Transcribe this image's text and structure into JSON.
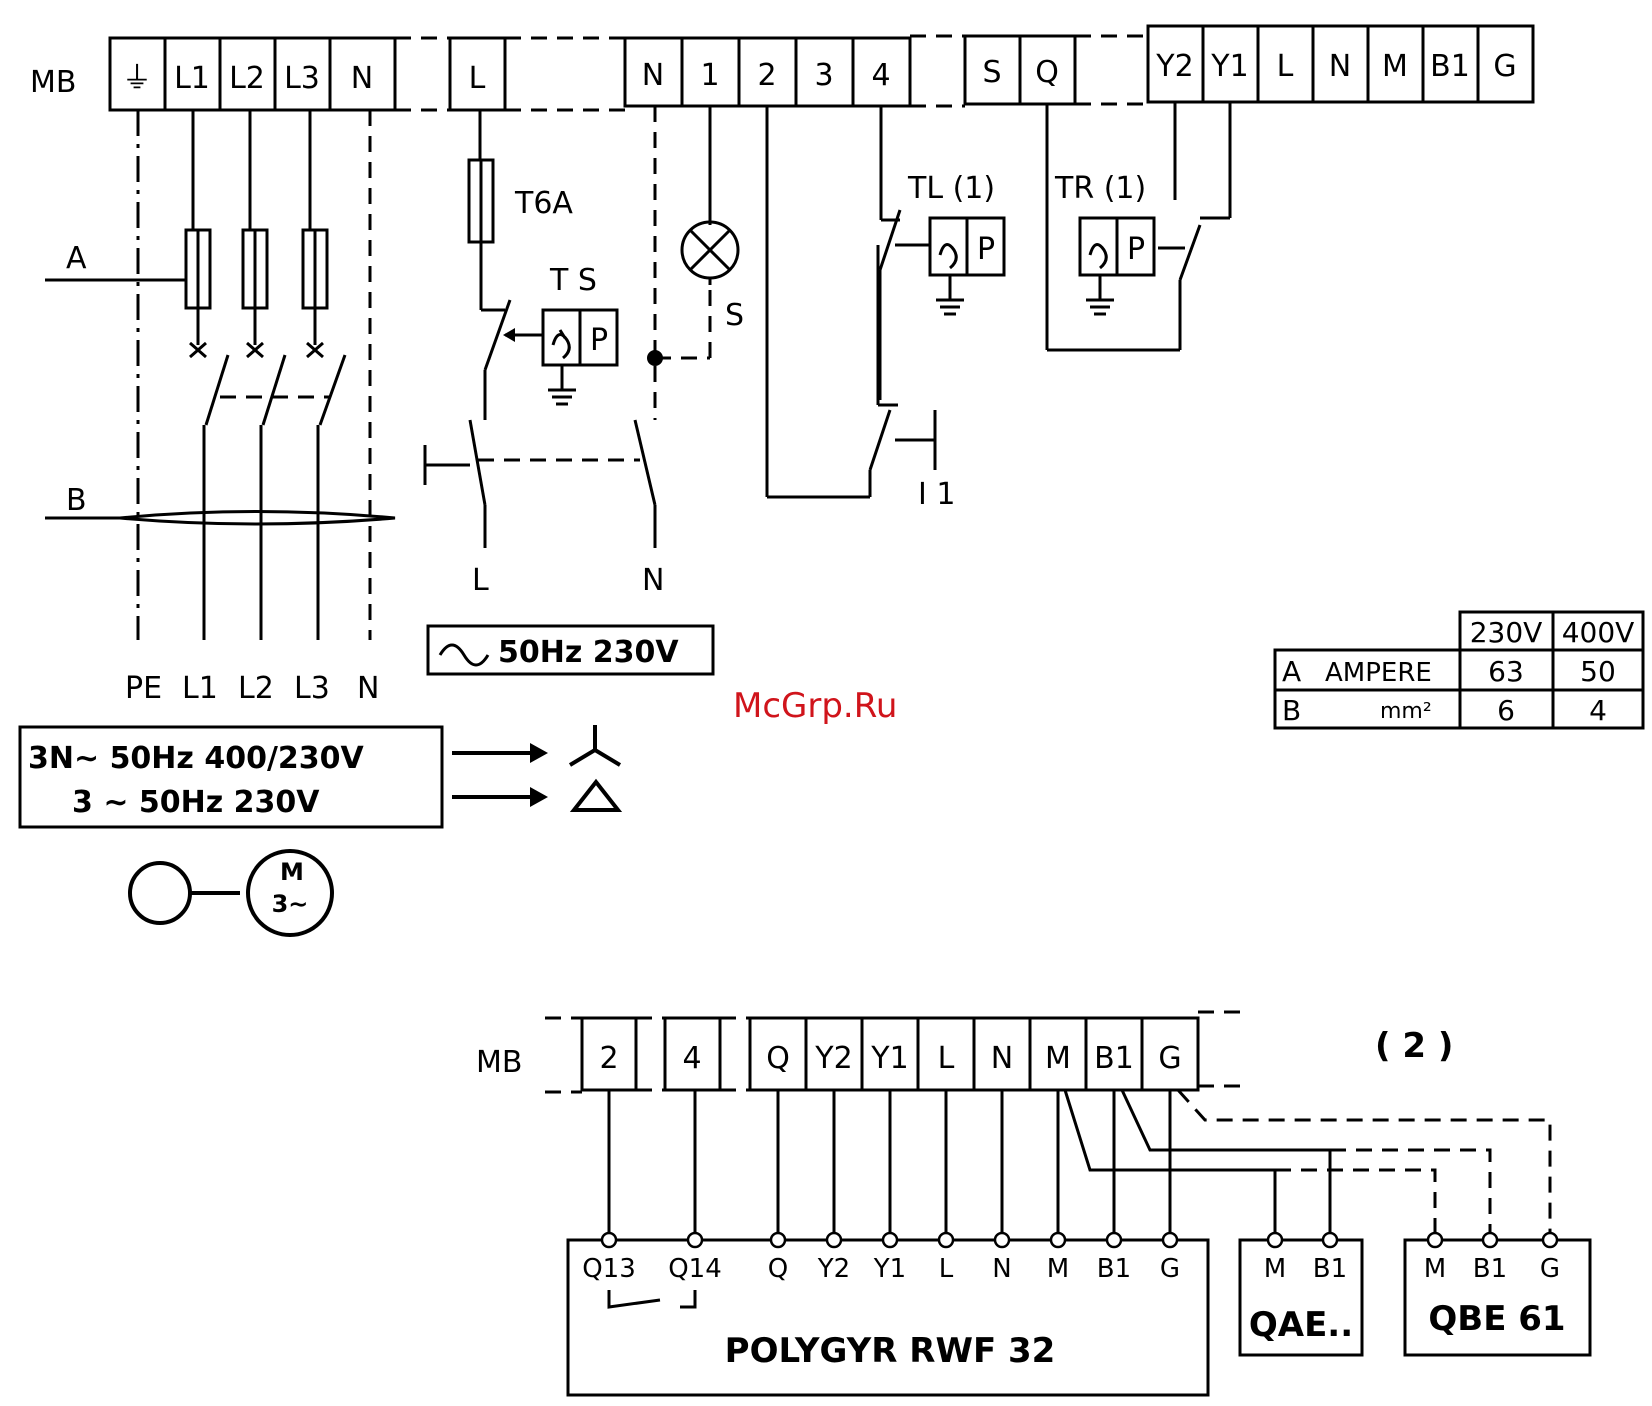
{
  "top": {
    "mb_label": "MB",
    "terminals_a": [
      "⏚",
      "L1",
      "L2",
      "L3",
      "N"
    ],
    "terminals_b": [
      "L"
    ],
    "terminals_c": [
      "N",
      "1",
      "2",
      "3",
      "4"
    ],
    "terminals_d": [
      "S",
      "Q"
    ],
    "terminals_e": [
      "Y2",
      "Y1",
      "L",
      "N",
      "M",
      "B1",
      "G"
    ],
    "label_A": "A",
    "label_B": "B",
    "fuse_label": "T6A",
    "ts_label": "T S",
    "lamp_label": "S",
    "tl_label": "TL (1)",
    "tr_label": "TR (1)",
    "p_label": "P",
    "i1_label": "I 1",
    "bottom_L": "L",
    "bottom_N": "N",
    "supply_230": "50Hz  230V",
    "line_labels": [
      "PE",
      "L1",
      "L2",
      "L3",
      "N"
    ],
    "supply_box_line1": "3N∼ 50Hz  400/230V",
    "supply_box_line2": "3  ∼ 50Hz  230V",
    "motor_label_m": "M",
    "motor_label_3": "3∼"
  },
  "table": {
    "header": [
      "230V",
      "400V"
    ],
    "rows": [
      {
        "label": "A",
        "unit": "AMPERE",
        "v230": "63",
        "v400": "50"
      },
      {
        "label": "B",
        "unit": "mm²",
        "v230": "6",
        "v400": "4"
      }
    ]
  },
  "watermark": "McGrp.Ru",
  "bottom": {
    "mb_label": "MB",
    "note": "( 2 )",
    "terminals": [
      "2",
      "4",
      "Q",
      "Y2",
      "Y1",
      "L",
      "N",
      "M",
      "B1",
      "G"
    ],
    "rwf_pins": [
      "Q13",
      "Q14",
      "Q",
      "Y2",
      "Y1",
      "L",
      "N",
      "M",
      "B1",
      "G"
    ],
    "rwf_label": "POLYGYR  RWF  32",
    "qae_pins": [
      "M",
      "B1"
    ],
    "qae_label": "QAE..",
    "qbe_pins": [
      "M",
      "B1",
      "G"
    ],
    "qbe_label": "QBE 61"
  }
}
